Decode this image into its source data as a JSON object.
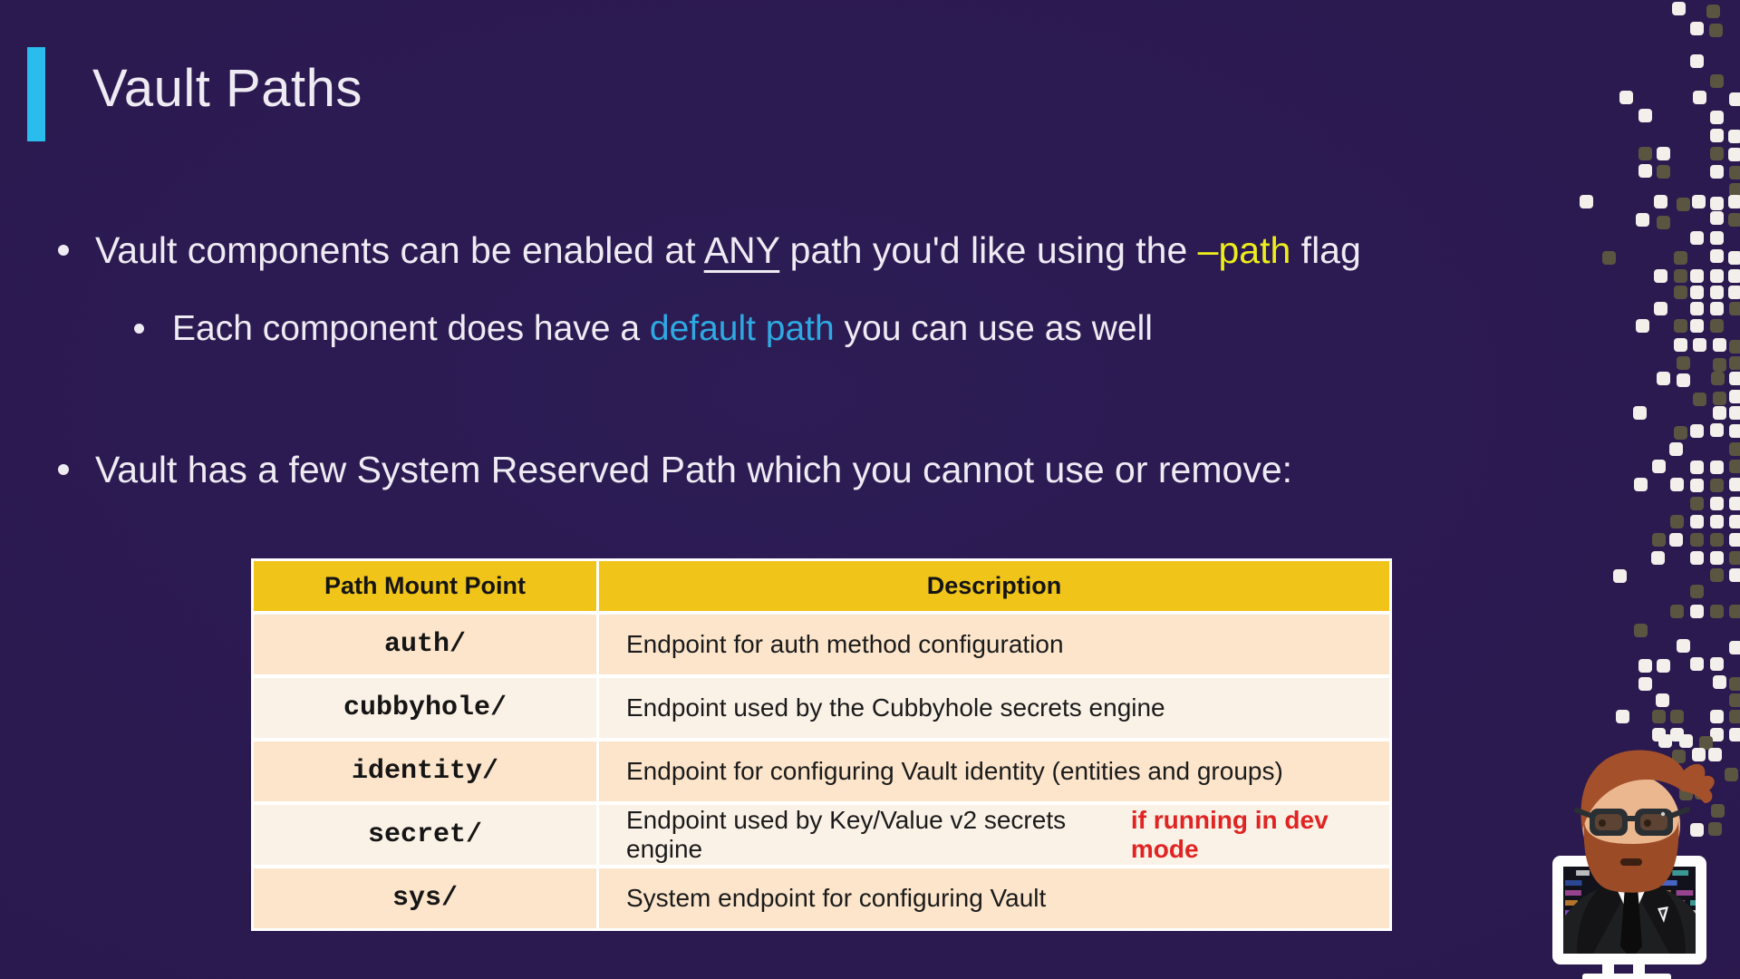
{
  "slide": {
    "title": "Vault Paths",
    "bullets": [
      {
        "level": 1,
        "segments": [
          {
            "t": "Vault components can be enabled at "
          },
          {
            "t": "ANY",
            "s": "underline"
          },
          {
            "t": " path you'd like using the "
          },
          {
            "t": "–path",
            "s": "yellow"
          },
          {
            "t": " flag"
          }
        ]
      },
      {
        "level": 2,
        "segments": [
          {
            "t": "Each component does have a "
          },
          {
            "t": "default path",
            "s": "blue"
          },
          {
            "t": " you can use as well"
          }
        ]
      },
      {
        "level": 1,
        "segments": [
          {
            "t": "Vault has a few System Reserved Path which you cannot use or remove:"
          }
        ]
      }
    ],
    "table": {
      "headers": [
        "Path Mount Point",
        "Description"
      ],
      "rows": [
        {
          "mount": "auth/",
          "desc": "Endpoint for auth method configuration",
          "note": ""
        },
        {
          "mount": "cubbyhole/",
          "desc": "Endpoint used by the Cubbyhole secrets engine",
          "note": ""
        },
        {
          "mount": "identity/",
          "desc": "Endpoint for configuring Vault identity (entities and groups)",
          "note": ""
        },
        {
          "mount": "secret/",
          "desc": "Endpoint used by Key/Value v2 secrets engine",
          "note": "if running in dev mode"
        },
        {
          "mount": "sys/",
          "desc": "System endpoint for configuring Vault",
          "note": ""
        }
      ]
    },
    "colors": {
      "background": "#2A194E",
      "bg_mid": "#2D1C55",
      "bg_edge": "#221240",
      "accent_bar": "#29BCEC",
      "text": "#EFEBF3",
      "highlight_yellow": "#EDED1B",
      "highlight_blue": "#2FA9E1",
      "table_header_bg": "#F0C419",
      "row_dark": "#FCE5CB",
      "row_light": "#FBF2E7",
      "note_red": "#E02423",
      "square_white": "#F3EFEA",
      "square_olive": "#5A5540"
    },
    "decor_squares": [
      [
        1845,
        2,
        "w"
      ],
      [
        1883,
        5,
        "o"
      ],
      [
        1865,
        24,
        "w"
      ],
      [
        1886,
        26,
        "o"
      ],
      [
        1865,
        60,
        "w"
      ],
      [
        1887,
        82,
        "o"
      ],
      [
        1787,
        100,
        "w"
      ],
      [
        1868,
        100,
        "w"
      ],
      [
        1908,
        102,
        "w"
      ],
      [
        1808,
        120,
        "w"
      ],
      [
        1887,
        122,
        "w"
      ],
      [
        1887,
        142,
        "w"
      ],
      [
        1907,
        143,
        "w"
      ],
      [
        1808,
        162,
        "o"
      ],
      [
        1828,
        162,
        "w"
      ],
      [
        1887,
        162,
        "o"
      ],
      [
        1907,
        163,
        "w"
      ],
      [
        1808,
        181,
        "w"
      ],
      [
        1828,
        182,
        "o"
      ],
      [
        1887,
        182,
        "w"
      ],
      [
        1908,
        183,
        "o"
      ],
      [
        1908,
        202,
        "o"
      ],
      [
        1743,
        215,
        "w"
      ],
      [
        1825,
        215,
        "w"
      ],
      [
        1850,
        218,
        "o"
      ],
      [
        1867,
        215,
        "w"
      ],
      [
        1887,
        217,
        "w"
      ],
      [
        1907,
        215,
        "w"
      ],
      [
        1805,
        235,
        "w"
      ],
      [
        1828,
        238,
        "o"
      ],
      [
        1887,
        233,
        "w"
      ],
      [
        1907,
        235,
        "o"
      ],
      [
        1865,
        255,
        "w"
      ],
      [
        1887,
        255,
        "w"
      ],
      [
        1768,
        277,
        "o"
      ],
      [
        1847,
        277,
        "o"
      ],
      [
        1887,
        275,
        "w"
      ],
      [
        1907,
        277,
        "w"
      ],
      [
        1825,
        297,
        "w"
      ],
      [
        1847,
        297,
        "o"
      ],
      [
        1865,
        297,
        "w"
      ],
      [
        1887,
        297,
        "w"
      ],
      [
        1907,
        297,
        "w"
      ],
      [
        1847,
        315,
        "o"
      ],
      [
        1865,
        315,
        "w"
      ],
      [
        1887,
        315,
        "w"
      ],
      [
        1907,
        315,
        "w"
      ],
      [
        1825,
        333,
        "w"
      ],
      [
        1865,
        333,
        "w"
      ],
      [
        1887,
        333,
        "w"
      ],
      [
        1908,
        333,
        "o"
      ],
      [
        1805,
        352,
        "w"
      ],
      [
        1847,
        352,
        "o"
      ],
      [
        1865,
        352,
        "w"
      ],
      [
        1887,
        352,
        "o"
      ],
      [
        1847,
        373,
        "w"
      ],
      [
        1868,
        373,
        "w"
      ],
      [
        1890,
        373,
        "w"
      ],
      [
        1908,
        375,
        "o"
      ],
      [
        1850,
        393,
        "o"
      ],
      [
        1890,
        395,
        "o"
      ],
      [
        1908,
        393,
        "o"
      ],
      [
        1828,
        410,
        "w"
      ],
      [
        1850,
        412,
        "w"
      ],
      [
        1888,
        410,
        "o"
      ],
      [
        1908,
        410,
        "w"
      ],
      [
        1868,
        433,
        "o"
      ],
      [
        1890,
        432,
        "o"
      ],
      [
        1908,
        430,
        "w"
      ],
      [
        1802,
        448,
        "w"
      ],
      [
        1890,
        448,
        "w"
      ],
      [
        1908,
        448,
        "w"
      ],
      [
        1847,
        470,
        "o"
      ],
      [
        1865,
        468,
        "w"
      ],
      [
        1887,
        467,
        "w"
      ],
      [
        1908,
        468,
        "w"
      ],
      [
        1842,
        488,
        "w"
      ],
      [
        1908,
        488,
        "o"
      ],
      [
        1823,
        507,
        "w"
      ],
      [
        1865,
        508,
        "w"
      ],
      [
        1887,
        508,
        "w"
      ],
      [
        1908,
        507,
        "o"
      ],
      [
        1803,
        527,
        "w"
      ],
      [
        1843,
        527,
        "w"
      ],
      [
        1865,
        528,
        "w"
      ],
      [
        1887,
        528,
        "o"
      ],
      [
        1908,
        527,
        "w"
      ],
      [
        1865,
        548,
        "o"
      ],
      [
        1887,
        548,
        "w"
      ],
      [
        1908,
        548,
        "w"
      ],
      [
        1843,
        568,
        "o"
      ],
      [
        1865,
        568,
        "w"
      ],
      [
        1887,
        568,
        "w"
      ],
      [
        1908,
        568,
        "w"
      ],
      [
        1823,
        588,
        "o"
      ],
      [
        1842,
        588,
        "w"
      ],
      [
        1865,
        588,
        "o"
      ],
      [
        1887,
        588,
        "o"
      ],
      [
        1908,
        588,
        "w"
      ],
      [
        1822,
        608,
        "w"
      ],
      [
        1865,
        608,
        "w"
      ],
      [
        1887,
        608,
        "w"
      ],
      [
        1908,
        608,
        "o"
      ],
      [
        1780,
        628,
        "w"
      ],
      [
        1887,
        627,
        "o"
      ],
      [
        1908,
        627,
        "w"
      ],
      [
        1865,
        645,
        "o"
      ],
      [
        1843,
        667,
        "o"
      ],
      [
        1865,
        667,
        "w"
      ],
      [
        1887,
        667,
        "o"
      ],
      [
        1908,
        667,
        "o"
      ],
      [
        1803,
        688,
        "o"
      ],
      [
        1850,
        705,
        "w"
      ],
      [
        1908,
        707,
        "w"
      ],
      [
        1808,
        727,
        "w"
      ],
      [
        1828,
        727,
        "w"
      ],
      [
        1865,
        725,
        "w"
      ],
      [
        1887,
        725,
        "w"
      ],
      [
        1808,
        747,
        "w"
      ],
      [
        1890,
        745,
        "w"
      ],
      [
        1908,
        747,
        "o"
      ],
      [
        1827,
        765,
        "w"
      ],
      [
        1908,
        765,
        "o"
      ],
      [
        1783,
        783,
        "w"
      ],
      [
        1823,
        783,
        "o"
      ],
      [
        1843,
        783,
        "o"
      ],
      [
        1887,
        783,
        "w"
      ],
      [
        1908,
        783,
        "o"
      ],
      [
        1823,
        803,
        "w"
      ],
      [
        1843,
        803,
        "w"
      ],
      [
        1887,
        803,
        "w"
      ],
      [
        1908,
        803,
        "w"
      ],
      [
        1830,
        810,
        "w"
      ],
      [
        1853,
        810,
        "w"
      ],
      [
        1875,
        812,
        "o"
      ],
      [
        1845,
        827,
        "o"
      ],
      [
        1867,
        825,
        "w"
      ],
      [
        1885,
        825,
        "w"
      ],
      [
        1903,
        847,
        "o"
      ],
      [
        1870,
        867,
        "o"
      ],
      [
        1853,
        868,
        "o"
      ],
      [
        1888,
        887,
        "o"
      ],
      [
        1865,
        908,
        "w"
      ],
      [
        1885,
        907,
        "o"
      ]
    ],
    "avatar": {
      "label": "bearded presenter with sunglasses in a monitor"
    }
  }
}
